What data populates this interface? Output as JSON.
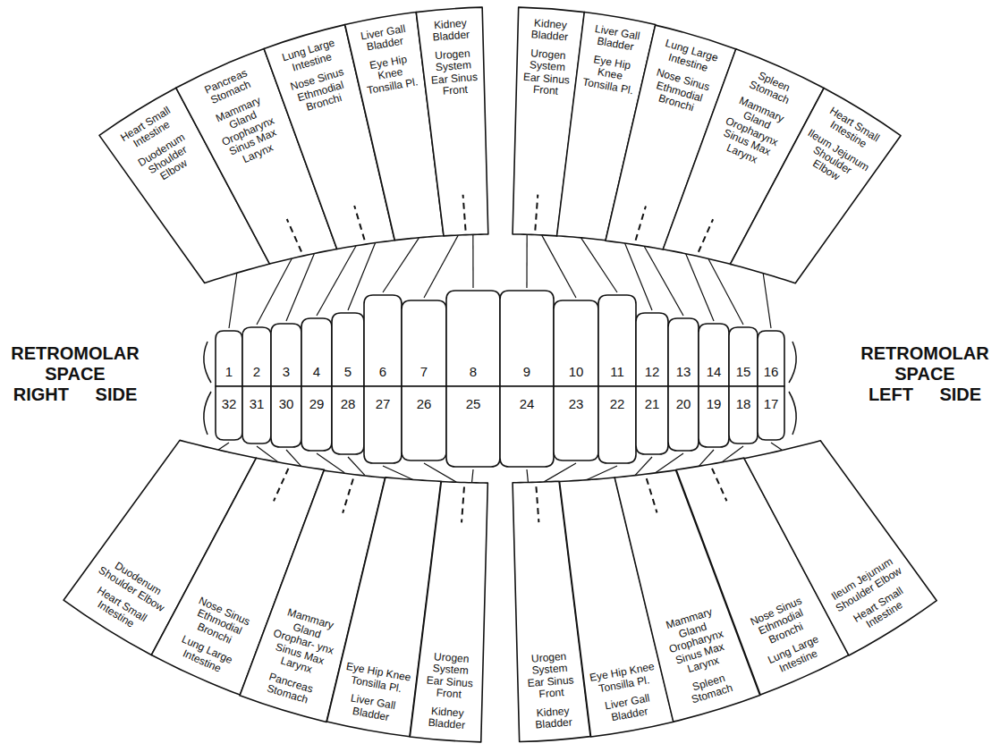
{
  "diagram": {
    "nodes": [
      {
        "text": [
          "Heart Small Intestine",
          "Duodenum Shoulder Elbow"
        ]
      },
      {
        "text": [
          "Pancreas Stomach",
          "Mammary Gland Oropharynx Sinus Max Larynx"
        ]
      },
      {
        "text": [
          "Lung Large Intestine",
          "Nose Sinus Ethmodial Bronchi"
        ]
      },
      {
        "text": [
          "Liver Gall Bladder",
          "Eye Hip Knee Tonsilla Pl."
        ]
      },
      {
        "text": [
          "Kidney Bladder",
          "Urogen System Ear Sinus Front"
        ]
      },
      {
        "text": [
          "Kidney Bladder",
          "Urogen System Ear Sinus Front"
        ]
      },
      {
        "text": [
          "Liver Gall Bladder",
          "Eye Hip Knee Tonsilla Pl."
        ]
      },
      {
        "text": [
          "Lung Large Intestine",
          "Nose Sinus Ethmodial Bronchi"
        ]
      },
      {
        "text": [
          "Spleen Stomach",
          "Mammary Gland Oropharynx Sinus Max Larynx"
        ]
      },
      {
        "text": [
          "Heart Small Intestine",
          "Ileum Jejunum Shoulder Elbow"
        ]
      },
      {
        "text": [
          "Duodenum Shoulder Elbow",
          "Heart Small Intestine"
        ]
      },
      {
        "text": [
          "Nose Sinus Ethmodial Bronchi",
          "Lung Large Intestine"
        ]
      },
      {
        "text": [
          "Mammary Gland Orophar- ynx Sinus Max Larynx",
          "Pancreas Stomach"
        ]
      },
      {
        "text": [
          "Eye Hip Knee Tonsilla Pl.",
          "Liver Gall Bladder"
        ]
      },
      {
        "text": [
          "Urogen System Ear Sinus Front",
          "Kidney Bladder"
        ]
      },
      {
        "text": [
          "Urogen System Ear Sinus Front",
          "Kidney Bladder"
        ]
      },
      {
        "text": [
          "Eye Hip Knee Tonsilla Pl.",
          "Liver Gall Bladder"
        ]
      },
      {
        "text": [
          "Mammary Gland Oropharynx Sinus Max Larynx",
          "Spleen Stomach"
        ]
      },
      {
        "text": [
          "Nose Sinus Ethmodial Bronchi",
          "Lung Large Intestine"
        ]
      },
      {
        "text": [
          "Ileum Jejunum Shoulder Elbow",
          "Heart Small Intestine"
        ]
      }
    ],
    "labels": [
      "RETROMOLAR SPACE RIGHT SIDE",
      "1",
      "2",
      "3",
      "4",
      "5",
      "6",
      "7",
      "8",
      "9",
      "10",
      "11",
      "12",
      "13",
      "14",
      "15",
      "16",
      "32",
      "31",
      "30",
      "29",
      "28",
      "27",
      "26",
      "25",
      "24",
      "23",
      "22",
      "21",
      "20",
      "19",
      "18",
      "17",
      "RETROMOLAR SPACE LEFT SIDE"
    ]
  }
}
